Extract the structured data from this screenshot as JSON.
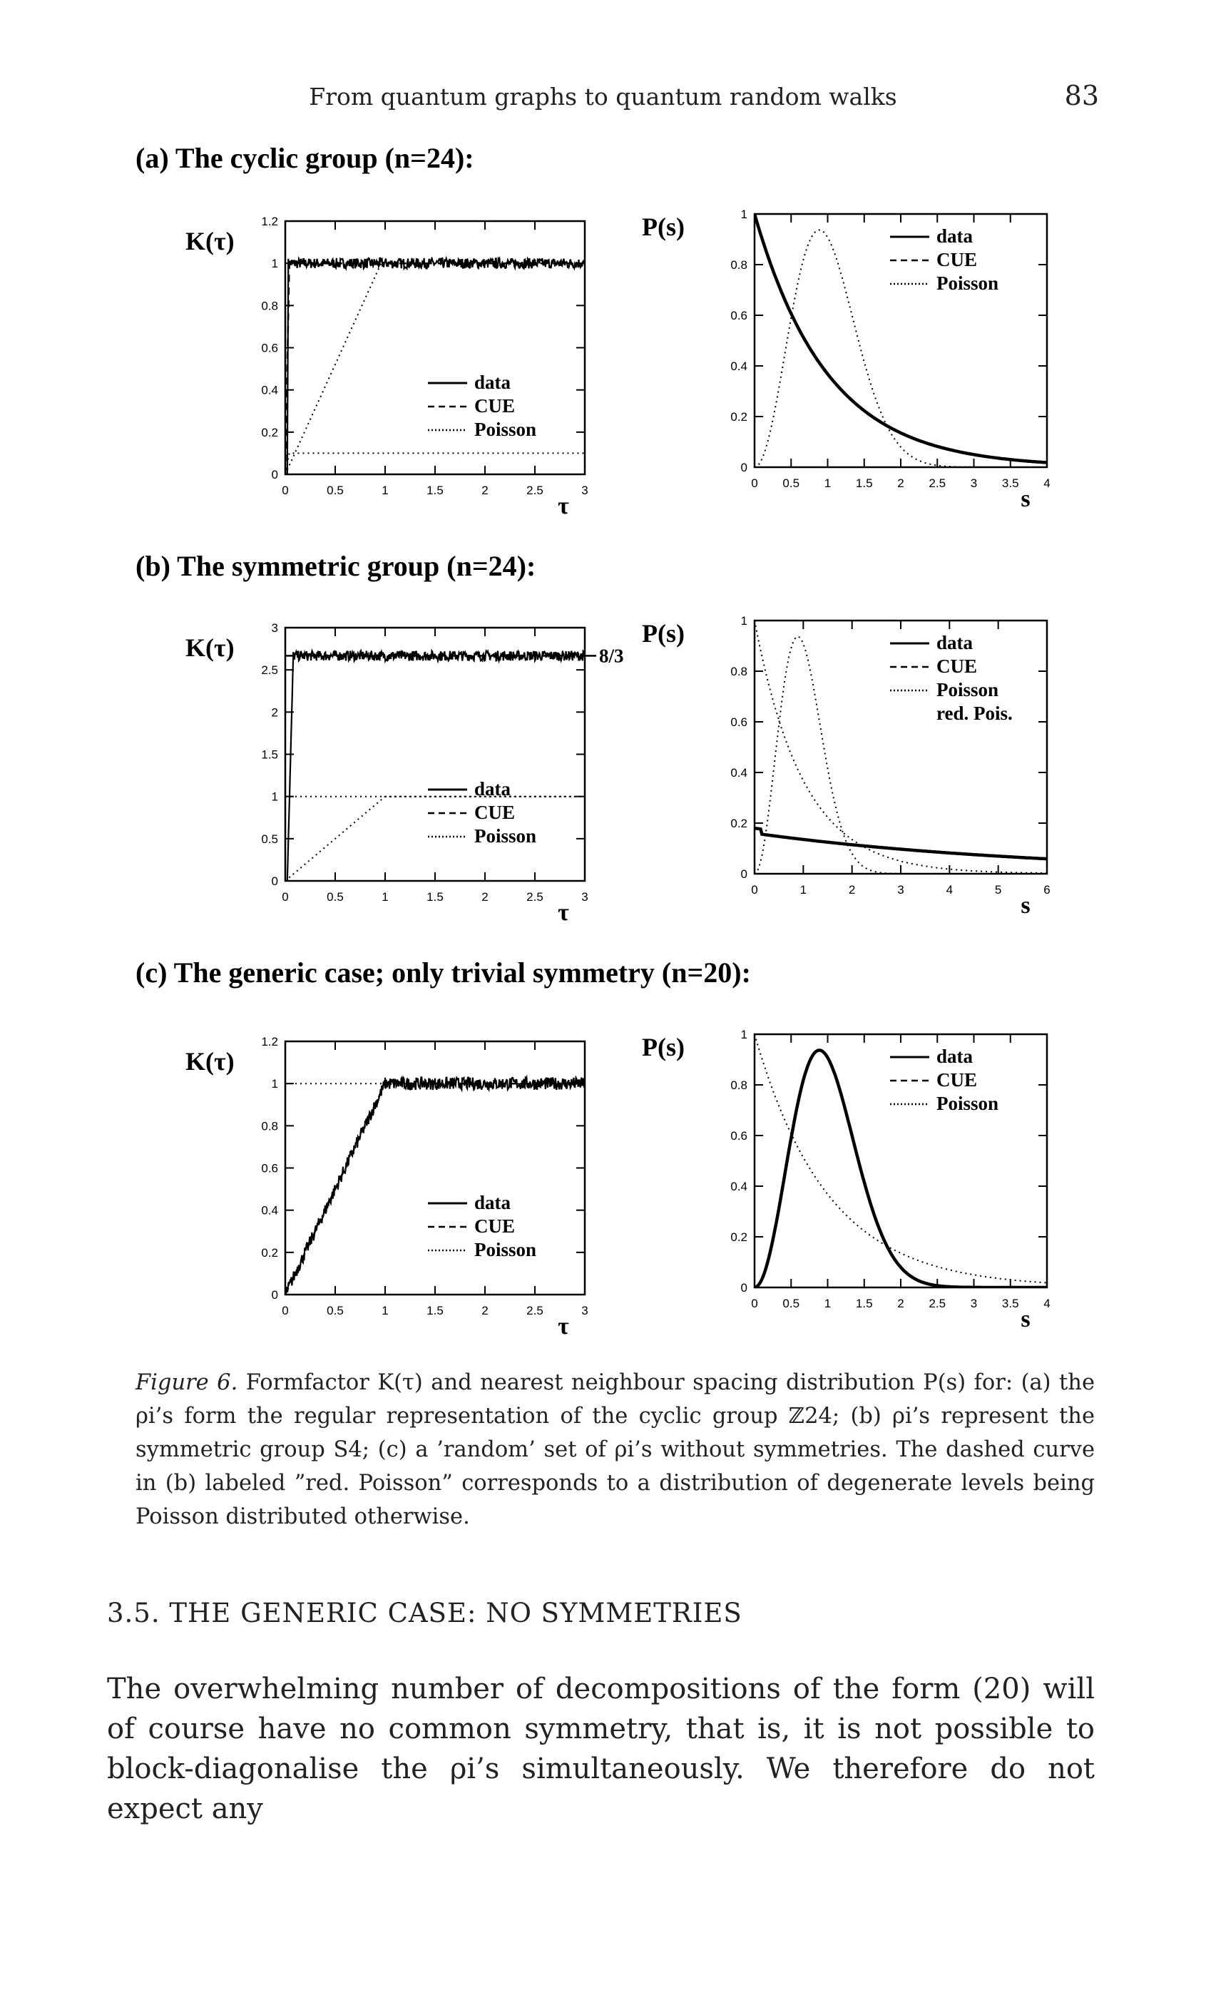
{
  "header": {
    "running_title": "From quantum graphs to quantum random walks",
    "page_number": "83"
  },
  "sections": {
    "a": "(a) The cyclic group (n=24):",
    "b": "(b) The symmetric group (n=24):",
    "c": "(c) The generic case; only trivial symmetry (n=20):"
  },
  "caption": {
    "label": "Figure 6.",
    "text": "Formfactor K(τ) and nearest neighbour spacing distribution P(s) for: (a) the ρi’s form the regular representation of the cyclic group ℤ24; (b) ρi’s represent the symmetric group S4; (c) a ’random’ set of ρi’s without symmetries. The dashed curve in (b) labeled ”red. Poisson” corresponds to a distribution of degenerate levels being Poisson distributed otherwise."
  },
  "subsection_title": "3.5. THE GENERIC CASE: NO SYMMETRIES",
  "body_text": "The overwhelming number of decompositions of the form (20) will of course have no common symmetry, that is, it is not possible to block-diagonalise the ρi’s simultaneously. We therefore do not expect any",
  "chart_data": [
    {
      "id": "a-left",
      "type": "line",
      "ylabel": "K(τ)",
      "xlabel": "τ",
      "xlim": [
        0,
        3
      ],
      "ylim": [
        0,
        1.2
      ],
      "xticks": [
        "0",
        "0.5",
        "1",
        "1.5",
        "2",
        "2.5",
        "3"
      ],
      "yticks": [
        "0",
        "0.2",
        "0.4",
        "0.6",
        "0.8",
        "1",
        "1.2"
      ],
      "legend": [
        "data",
        "CUE",
        "Poisson"
      ],
      "legend_position": "bottom-right",
      "series": [
        {
          "name": "data",
          "x": [
            0,
            0.02,
            0.03,
            3
          ],
          "y": [
            0,
            0,
            1.0,
            1.0
          ],
          "noisy_from": 0.03,
          "noise": 0.025
        },
        {
          "name": "CUE",
          "x": [
            0,
            0.04,
            3
          ],
          "y": [
            0,
            1.0,
            1.0
          ]
        },
        {
          "name": "Poisson",
          "x": [
            0,
            0.04,
            3
          ],
          "y": [
            0,
            0.1,
            0.1
          ]
        },
        {
          "name": "Poisson",
          "x": [
            0,
            0.96
          ],
          "y": [
            0,
            1.0
          ]
        }
      ]
    },
    {
      "id": "a-right",
      "type": "line",
      "ylabel": "P(s)",
      "xlabel": "s",
      "xlim": [
        0,
        4
      ],
      "ylim": [
        0,
        1
      ],
      "xticks": [
        "0",
        "0.5",
        "1",
        "1.5",
        "2",
        "2.5",
        "3",
        "3.5",
        "4"
      ],
      "yticks": [
        "0",
        "0.2",
        "0.4",
        "0.6",
        "0.8",
        "1"
      ],
      "legend": [
        "data",
        "CUE",
        "Poisson"
      ],
      "legend_position": "top-right",
      "series": [
        {
          "name": "data",
          "function": "exp",
          "note": "Poisson-like decay"
        },
        {
          "name": "Poisson",
          "function": "gue_wigner"
        }
      ]
    },
    {
      "id": "b-left",
      "type": "line",
      "ylabel": "K(τ)",
      "xlabel": "τ",
      "xlim": [
        0,
        3
      ],
      "ylim": [
        0,
        3
      ],
      "xticks": [
        "0",
        "0.5",
        "1",
        "1.5",
        "2",
        "2.5",
        "3"
      ],
      "yticks": [
        "0",
        "0.5",
        "1",
        "1.5",
        "2",
        "2.5",
        "3"
      ],
      "annotation": "8/3",
      "legend": [
        "data",
        "CUE",
        "Poisson"
      ],
      "legend_position": "bottom-right",
      "series": [
        {
          "name": "data",
          "x": [
            0,
            0.02,
            0.08,
            3
          ],
          "y": [
            0,
            0,
            2.667,
            2.667
          ],
          "noisy_from": 0.08,
          "noise": 0.06
        },
        {
          "name": "CUE",
          "x": [
            0,
            3
          ],
          "y": [
            2.667,
            2.667
          ]
        },
        {
          "name": "Poisson",
          "x": [
            0,
            1,
            3
          ],
          "y": [
            0,
            1,
            1
          ]
        },
        {
          "name": "Poisson",
          "x": [
            0,
            3
          ],
          "y": [
            1,
            1
          ]
        }
      ]
    },
    {
      "id": "b-right",
      "type": "line",
      "ylabel": "P(s)",
      "xlabel": "s",
      "xlim": [
        0,
        6
      ],
      "ylim": [
        0,
        1
      ],
      "xticks": [
        "0",
        "1",
        "2",
        "3",
        "4",
        "5",
        "6"
      ],
      "yticks": [
        "0",
        "0.2",
        "0.4",
        "0.6",
        "0.8",
        "1"
      ],
      "legend": [
        "data",
        "CUE",
        "Poisson",
        "red. Pois."
      ],
      "legend_position": "top-right",
      "series": [
        {
          "name": "data",
          "function": "reduced_exp"
        },
        {
          "name": "Poisson",
          "function": "gue_wigner"
        },
        {
          "name": "Poisson",
          "function": "exp"
        },
        {
          "name": "red. Pois.",
          "function": "reduced_exp"
        }
      ]
    },
    {
      "id": "c-left",
      "type": "line",
      "ylabel": "K(τ)",
      "xlabel": "τ",
      "xlim": [
        0,
        3
      ],
      "ylim": [
        0,
        1.2
      ],
      "xticks": [
        "0",
        "0.5",
        "1",
        "1.5",
        "2",
        "2.5",
        "3"
      ],
      "yticks": [
        "0",
        "0.2",
        "0.4",
        "0.6",
        "0.8",
        "1",
        "1.2"
      ],
      "legend": [
        "data",
        "CUE",
        "Poisson"
      ],
      "legend_position": "bottom-right",
      "series": [
        {
          "name": "data",
          "x": [
            0,
            1,
            3
          ],
          "y": [
            0,
            1,
            1
          ],
          "noisy_from": 0,
          "noise": 0.03
        },
        {
          "name": "CUE",
          "x": [
            0,
            1,
            3
          ],
          "y": [
            0,
            1,
            1
          ]
        },
        {
          "name": "Poisson",
          "x": [
            0,
            3
          ],
          "y": [
            1,
            1
          ]
        }
      ]
    },
    {
      "id": "c-right",
      "type": "line",
      "ylabel": "P(s)",
      "xlabel": "s",
      "xlim": [
        0,
        4
      ],
      "ylim": [
        0,
        1
      ],
      "xticks": [
        "0",
        "0.5",
        "1",
        "1.5",
        "2",
        "2.5",
        "3",
        "3.5",
        "4"
      ],
      "yticks": [
        "0",
        "0.2",
        "0.4",
        "0.6",
        "0.8",
        "1"
      ],
      "legend": [
        "data",
        "CUE",
        "Poisson"
      ],
      "legend_position": "top-right",
      "series": [
        {
          "name": "data",
          "function": "gue_wigner"
        },
        {
          "name": "CUE",
          "function": "gue_wigner"
        },
        {
          "name": "Poisson",
          "function": "exp"
        }
      ]
    }
  ]
}
